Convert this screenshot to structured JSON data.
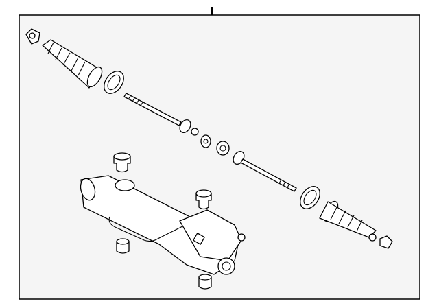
{
  "diagram": {
    "callout_number": "",
    "colors": {
      "frame_fill": "#f5f5f5",
      "line": "#000000",
      "part_fill": "#ffffff"
    },
    "parts": [
      "tie-rod-end-left",
      "boot-left",
      "boot-clamp-left",
      "inner-tie-rod-left",
      "lock-washer",
      "bushing-ring",
      "inner-tie-rod-right",
      "boot-clamp-right",
      "boot-right",
      "tie-rod-end-right",
      "rack-housing",
      "mount-bushing-top",
      "mount-bushing-mid",
      "mount-nut-left",
      "mount-nut-bottom"
    ]
  }
}
